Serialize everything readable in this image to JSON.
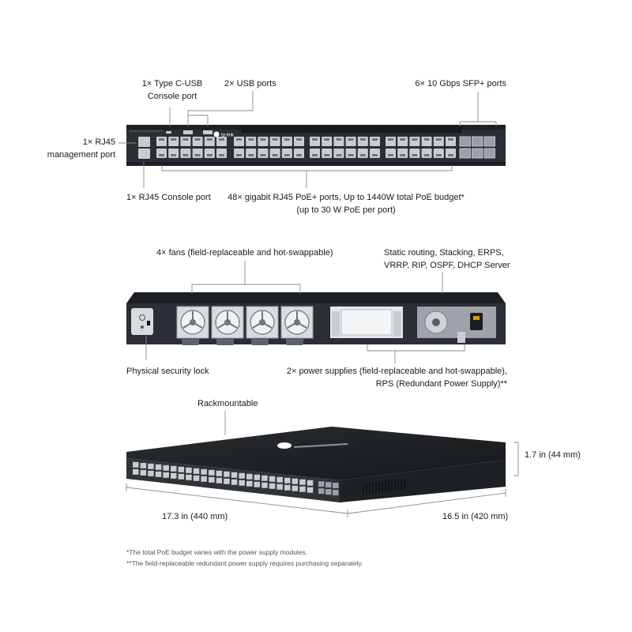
{
  "colors": {
    "chassis": "#2b2f35",
    "chassis_dark": "#1c1f23",
    "port_silver": "#c9cdd2",
    "callout_line": "#8a8a8a",
    "text": "#1a1a1a"
  },
  "front": {
    "type_c_console": "1× Type C-USB\nConsole port",
    "usb_ports": "2× USB ports",
    "sfp_ports": "6× 10 Gbps SFP+ ports",
    "rj45_mgmt": "1× RJ45\nmanagement port",
    "rj45_console": "1× RJ45 Console port",
    "poe_ports": "48× gigabit RJ45 PoE+ ports, Up to 1440W total PoE budget*\n(up to 30 W PoE per port)",
    "logo": "tp-link"
  },
  "rear": {
    "fans": "4× fans (field-replaceable and hot-swappable)",
    "routing": "Static routing, Stacking, ERPS,\nVRRP, RIP, OSPF, DHCP Server",
    "security_lock": "Physical security lock",
    "power_supplies": "2× power supplies (field-replaceable and hot-swappable),\nRPS (Redundant Power Supply)**"
  },
  "perspective": {
    "rackmountable": "Rackmountable",
    "height": "1.7 in (44 mm)",
    "width": "17.3 in (440 mm)",
    "depth": "16.5 in (420 mm)"
  },
  "footnotes": {
    "poe_budget": "*The total PoE budget varies with the power supply modules.",
    "rps": "**The field-replaceable redundant power supply requires purchasing separately."
  }
}
